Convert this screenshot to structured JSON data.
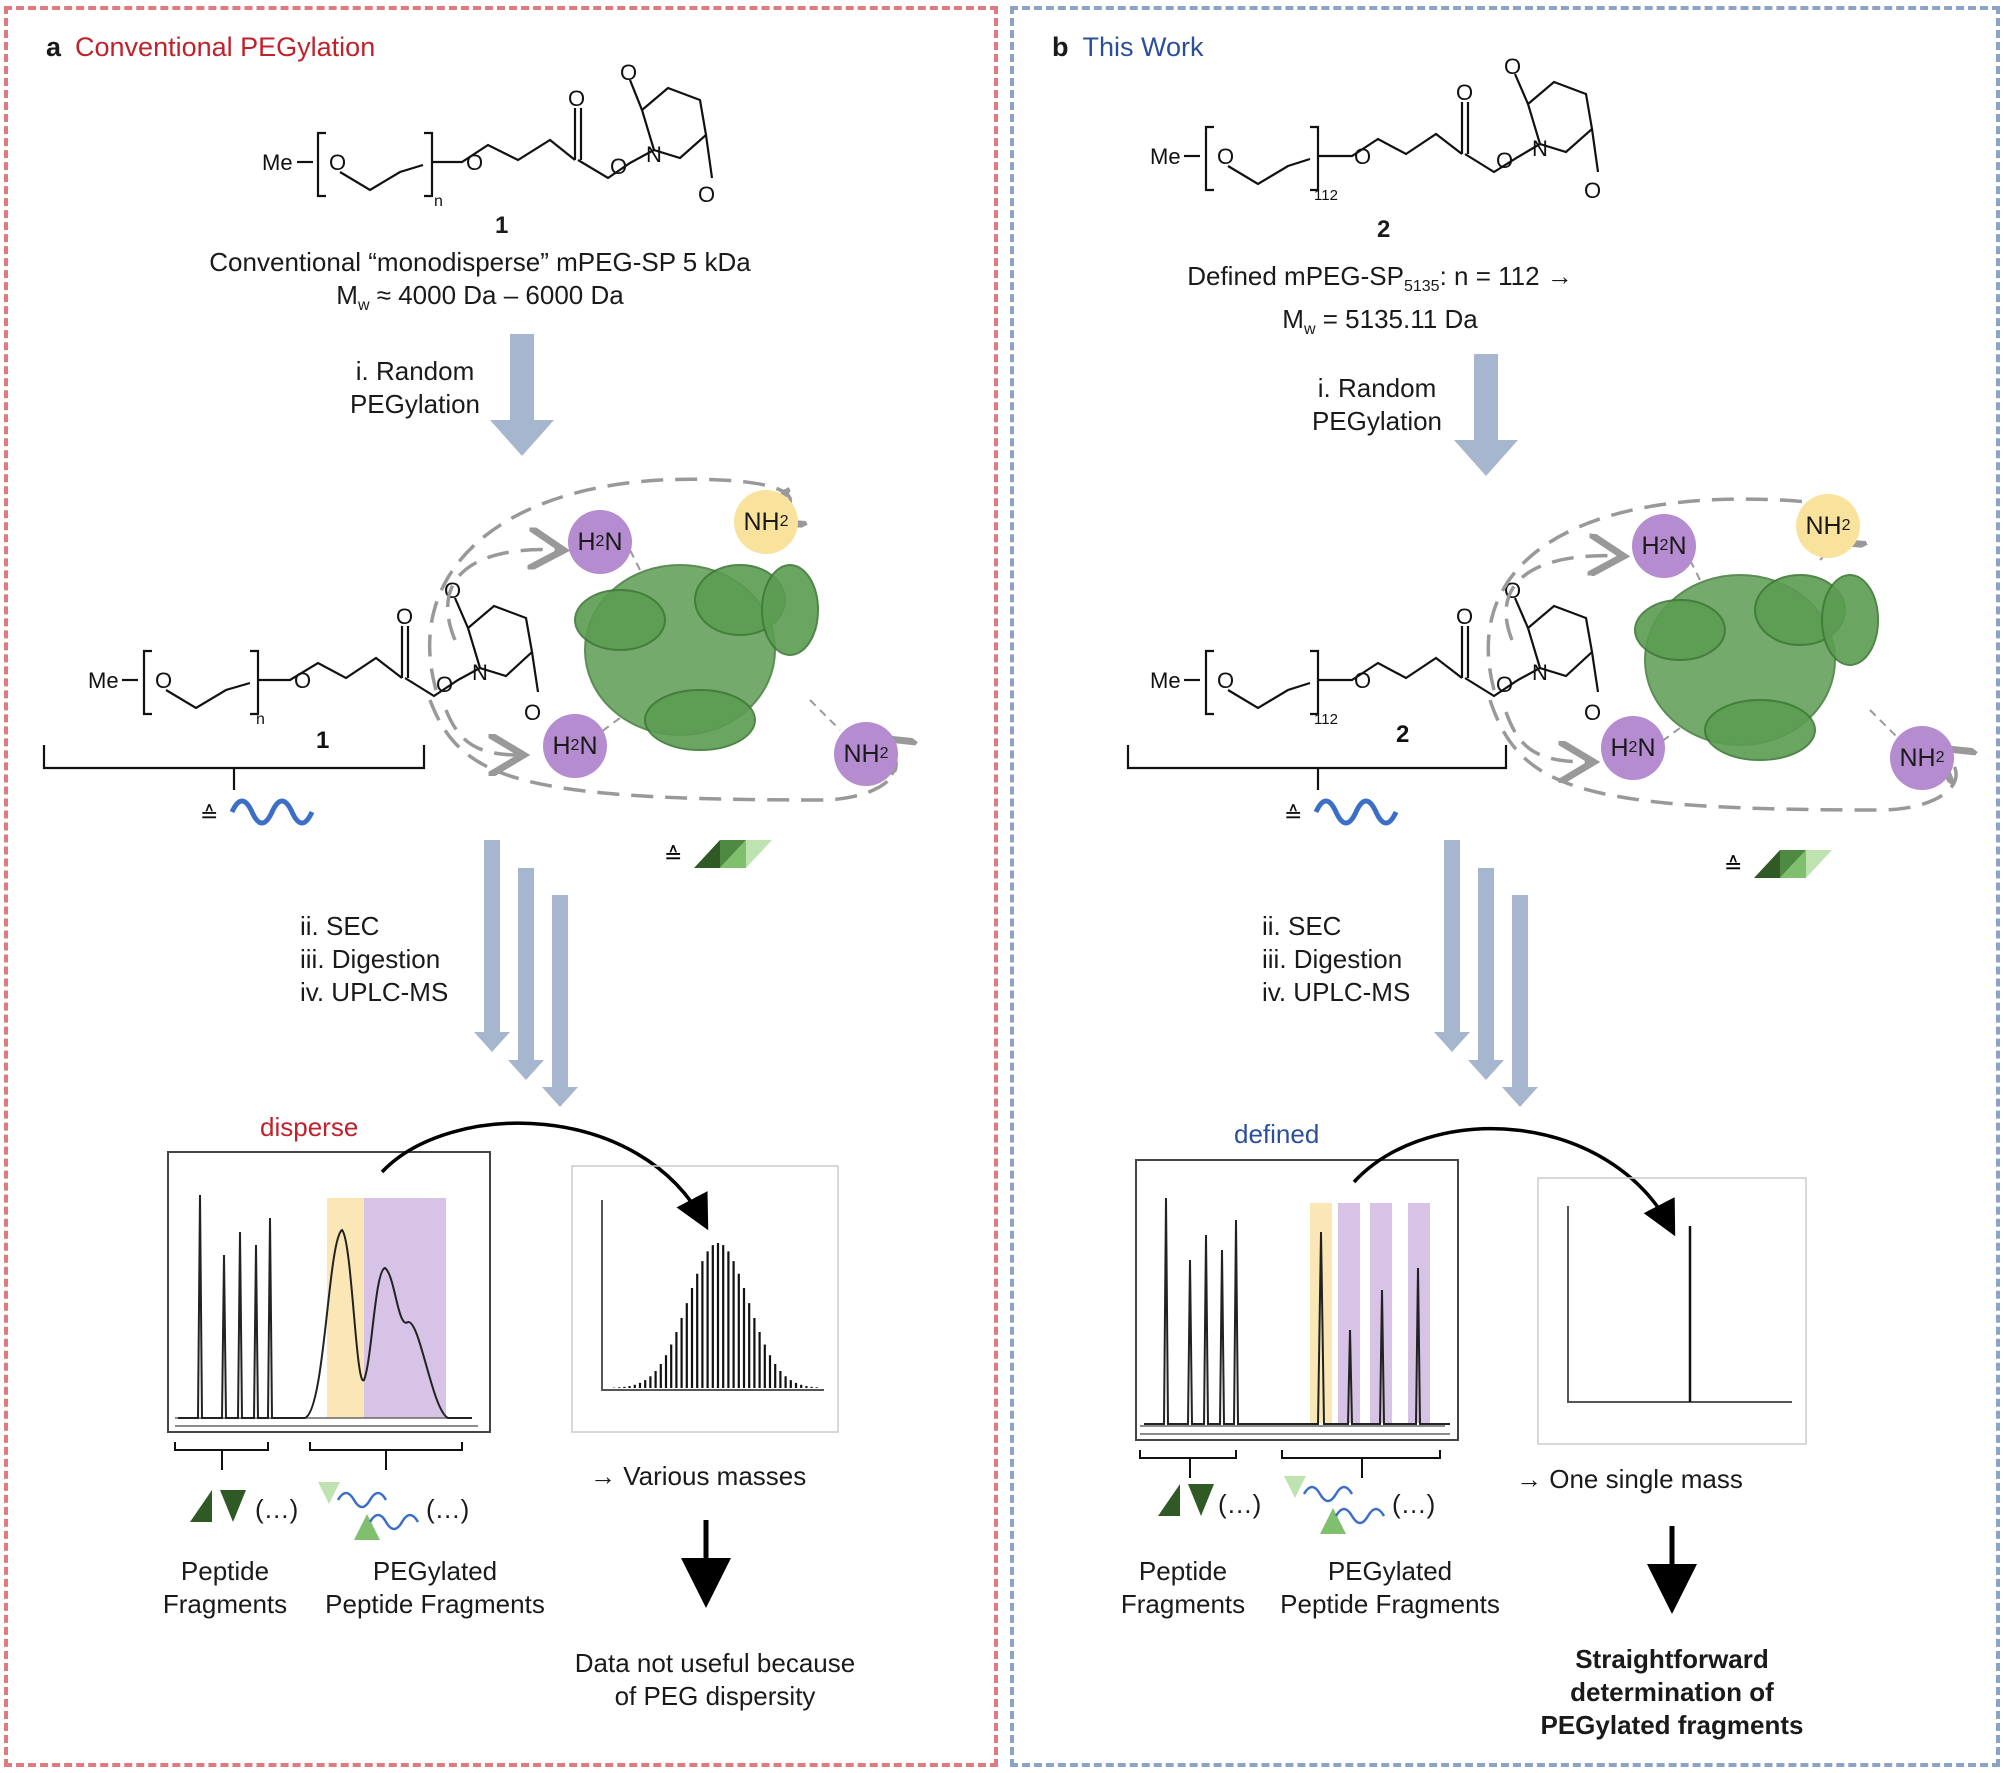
{
  "panel_a": {
    "letter": "a",
    "title": "Conventional PEGylation",
    "compound": {
      "me": "Me",
      "o": "O",
      "n": "n",
      "number": "1"
    },
    "desc_line1": "Conventional “monodisperse” mPEG-SP 5 kDa",
    "desc_mw_symbol": "M",
    "desc_mw_sub": "w",
    "desc_mw_rest": " ≈ 4000 Da – 6000 Da",
    "step1_line1": "i. Random",
    "step1_line2": "PEGylation",
    "steps": [
      "ii. SEC",
      "iii. Digestion",
      "iv. UPLC-MS"
    ],
    "result_label": "disperse",
    "masses": "→ Various masses",
    "fragments": "Peptide Fragments",
    "fragments_l1": "Peptide",
    "fragments_l2": "Fragments",
    "peg_l1": "PEGylated",
    "peg_l2": "Peptide Fragments",
    "ellipsis": "(…)",
    "conclusion_l1": "Data not useful because",
    "conclusion_l2": "of PEG dispersity"
  },
  "panel_b": {
    "letter": "b",
    "title": "This Work",
    "compound": {
      "me": "Me",
      "o": "O",
      "n": "112",
      "number": "2"
    },
    "desc_line1_pre": "Defined mPEG-SP",
    "desc_line1_sub": "5135",
    "desc_line1_post": ": n = 112 →",
    "desc_mw_symbol": "M",
    "desc_mw_sub": "w",
    "desc_mw_rest": " = 5135.11 Da",
    "step1_line1": "i. Random",
    "step1_line2": "PEGylation",
    "steps": [
      "ii. SEC",
      "iii. Digestion",
      "iv. UPLC-MS"
    ],
    "result_label": "defined",
    "masses": "→ One single mass",
    "fragments_l1": "Peptide",
    "fragments_l2": "Fragments",
    "peg_l1": "PEGylated",
    "peg_l2": "Peptide Fragments",
    "ellipsis": "(…)",
    "conclusion_l1": "Straightforward",
    "conclusion_l2": "determination of",
    "conclusion_l3": "PEGylated fragments"
  },
  "amine": {
    "h2n": "H",
    "h2n_sub": "2",
    "h2n_post": "N",
    "nh2_pre": "NH",
    "nh2_sub": "2"
  },
  "equiv_symbol": "≙",
  "colors": {
    "red_border": "#e07a7e",
    "blue_border": "#8ca3c8",
    "arrow": "#a7b6cf",
    "purple": "#b58cd0",
    "yellow": "#f9e29c",
    "protein": "#5c9c52",
    "peg_wave": "#3b6fc7"
  }
}
